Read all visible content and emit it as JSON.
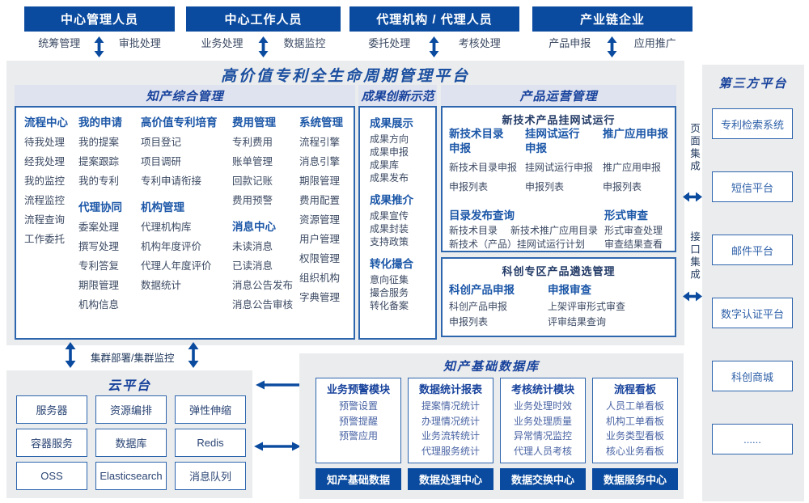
{
  "colors": {
    "primary_blue": "#0b4b9f",
    "box_border_blue": "#2e66ae",
    "group_title_blue": "#1c57a8",
    "item_text": "#3c4a63",
    "panel_gray": "#ebeced",
    "strip_lavender": "#dfe2ef"
  },
  "top_actors": [
    {
      "title": "中心管理人员",
      "left": "统筹管理",
      "right": "审批处理"
    },
    {
      "title": "中心工作人员",
      "left": "业务处理",
      "right": "数据监控"
    },
    {
      "title": "代理机构 / 代理人员",
      "left": "委托处理",
      "right": "考核处理"
    },
    {
      "title": "产业链企业",
      "left": "产品申报",
      "right": "应用推广"
    }
  ],
  "platform_title": "高价值专利全生命周期管理平台",
  "ip_mgmt": {
    "title": "知产综合管理",
    "columns": [
      {
        "groups": [
          {
            "title": "流程中心",
            "items": [
              "待我处理",
              "经我处理",
              "我的监控",
              "流程监控",
              "流程查询",
              "工作委托"
            ]
          }
        ]
      },
      {
        "groups": [
          {
            "title": "我的申请",
            "items": [
              "我的提案",
              "提案跟踪",
              "我的专利"
            ]
          },
          {
            "title": "代理协同",
            "items": [
              "委案处理",
              "撰写处理",
              "专利答复",
              "期限管理",
              "机构信息"
            ]
          }
        ]
      },
      {
        "groups": [
          {
            "title": "高价值专利培育",
            "items": [
              "项目登记",
              "项目调研",
              "专利申请衔接"
            ]
          },
          {
            "title": "机构管理",
            "items": [
              "代理机构库",
              "机构年度评价",
              "代理人年度评价",
              "数据统计"
            ]
          }
        ]
      },
      {
        "groups": [
          {
            "title": "费用管理",
            "items": [
              "专利费用",
              "账单管理",
              "回款记账",
              "费用预警"
            ]
          },
          {
            "title": "消息中心",
            "items": [
              "未读消息",
              "已读消息",
              "消息公告发布",
              "消息公告审核"
            ]
          }
        ]
      },
      {
        "groups": [
          {
            "title": "系统管理",
            "items": [
              "流程引擎",
              "消息引擎",
              "期限管理",
              "费用配置",
              "资源管理",
              "用户管理",
              "权限管理",
              "组织机构",
              "字典管理"
            ]
          }
        ]
      }
    ]
  },
  "achievement": {
    "title": "成果创新示范",
    "groups": [
      {
        "title": "成果展示",
        "items": [
          "成果方向",
          "成果申报",
          "成果库",
          "成果发布"
        ]
      },
      {
        "title": "成果推介",
        "items": [
          "成果宣传",
          "成果封装",
          "支持政策"
        ]
      },
      {
        "title": "转化撮合",
        "items": [
          "意向征集",
          "撮合服务",
          "转化备案"
        ]
      }
    ]
  },
  "product_ops": {
    "title": "产品运营管理",
    "trial_box": {
      "title": "新技术产品挂网试运行",
      "columns": [
        {
          "title": "新技术目录\n申报",
          "items": [
            "新技术目录申报",
            "申报列表"
          ]
        },
        {
          "title": "挂网试运行\n申报",
          "items": [
            "挂网试运行申报",
            "申报列表"
          ]
        },
        {
          "title": "推广应用申报",
          "items": [
            "推广应用申报",
            "申报列表"
          ]
        }
      ],
      "catalog": {
        "title": "目录发布查询",
        "row1_left": "新技术目录",
        "row1_right": "新技术推广应用目录",
        "row2": "新技术（产品）挂网试运行计划"
      },
      "review": {
        "title": "形式审查",
        "items": [
          "形式审查处理",
          "审查结果查看"
        ]
      }
    },
    "sci_box": {
      "title": "科创专区产品遴选管理",
      "columns": [
        {
          "title": "科创产品申报",
          "items": [
            "科创产品申报",
            "申报列表"
          ]
        },
        {
          "title": "申报审查",
          "items": [
            "上架评审形式审查",
            "评审结果查询"
          ]
        }
      ]
    }
  },
  "cluster_label": "集群部署/集群监控",
  "cloud": {
    "title": "云平台",
    "cells": [
      "服务器",
      "资源编排",
      "弹性伸缩",
      "容器服务",
      "数据库",
      "Redis",
      "OSS",
      "Elasticsearch",
      "消息队列"
    ]
  },
  "ip_db": {
    "title": "知产基础数据库",
    "modules": [
      {
        "title": "业务预警模块",
        "items": [
          "预警设置",
          "预警提醒",
          "预警应用"
        ]
      },
      {
        "title": "数据统计报表",
        "items": [
          "提案情况统计",
          "办理情况统计",
          "业务流转统计",
          "代理服务统计"
        ]
      },
      {
        "title": "考核统计模块",
        "items": [
          "业务处理时效",
          "业务处理质量",
          "异常情况监控",
          "代理人员考核"
        ]
      },
      {
        "title": "流程看板",
        "items": [
          "人员工单看板",
          "机构工单看板",
          "业务类型看板",
          "核心业务看板"
        ]
      }
    ],
    "centers": [
      "知产基础数据",
      "数据处理中心",
      "数据交换中心",
      "数据服务中心"
    ]
  },
  "third_party": {
    "title": "第三方平台",
    "systems": [
      "专利检索系统",
      "短信平台",
      "邮件平台",
      "数字认证平台",
      "科创商城",
      "......"
    ]
  },
  "integration": {
    "page": "页面集成",
    "api": "接口集成"
  }
}
